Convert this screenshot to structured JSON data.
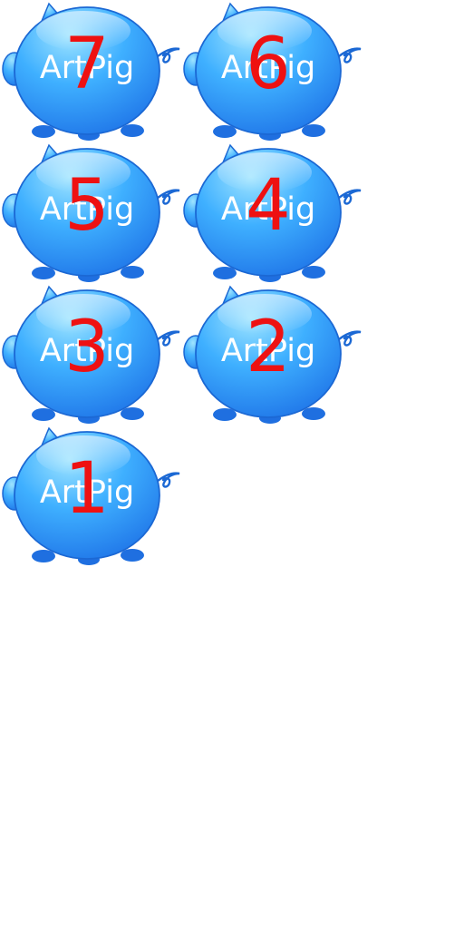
{
  "sprite_sheet": {
    "frames": [
      {
        "brand": "ArtPig",
        "number": "7"
      },
      {
        "brand": "ArtPig",
        "number": "6"
      },
      {
        "brand": "ArtPig",
        "number": "5"
      },
      {
        "brand": "ArtPig",
        "number": "4"
      },
      {
        "brand": "ArtPig",
        "number": "3"
      },
      {
        "brand": "ArtPig",
        "number": "2"
      },
      {
        "brand": "ArtPig",
        "number": "1"
      }
    ]
  },
  "colors": {
    "pig_light": "#9fe4ff",
    "pig_mid": "#3fb0ff",
    "pig_dark": "#1f75e8",
    "pig_outline": "#1b68d4",
    "number": "#ee1111"
  }
}
